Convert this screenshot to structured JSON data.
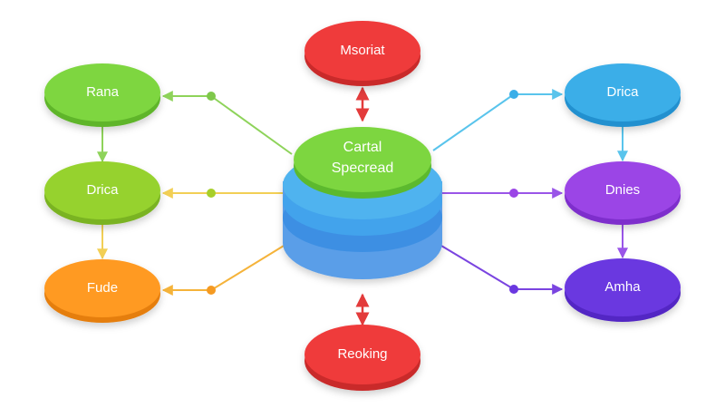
{
  "diagram": {
    "center": {
      "label_line1": "Cartal",
      "label_line2": "Specread",
      "top_color": "#7dd63f",
      "stack_colors": [
        "#4fb3ef",
        "#3d8fe3",
        "#5a9ee8"
      ]
    },
    "nodes": [
      {
        "id": "top",
        "label": "Msoriat",
        "color": "#ef3b3b"
      },
      {
        "id": "bottom",
        "label": "Reoking",
        "color": "#ef3b3b"
      },
      {
        "id": "left-1",
        "label": "Rana",
        "color": "#7ed640"
      },
      {
        "id": "left-2",
        "label": "Drica",
        "color": "#96d22f"
      },
      {
        "id": "left-3",
        "label": "Fude",
        "color": "#ff9a22"
      },
      {
        "id": "right-1",
        "label": "Drica",
        "color": "#3aaee8"
      },
      {
        "id": "right-2",
        "label": "Dnies",
        "color": "#9b45e6"
      },
      {
        "id": "right-3",
        "label": "Amha",
        "color": "#6a37e0"
      }
    ],
    "connector_colors": {
      "red": "#e33b3b",
      "green": "#8ed35a",
      "yellow": "#f2cf55",
      "orange": "#f5b33a",
      "blue": "#59c4ec",
      "purple": "#9a55e8",
      "violet": "#7a44e0"
    }
  }
}
